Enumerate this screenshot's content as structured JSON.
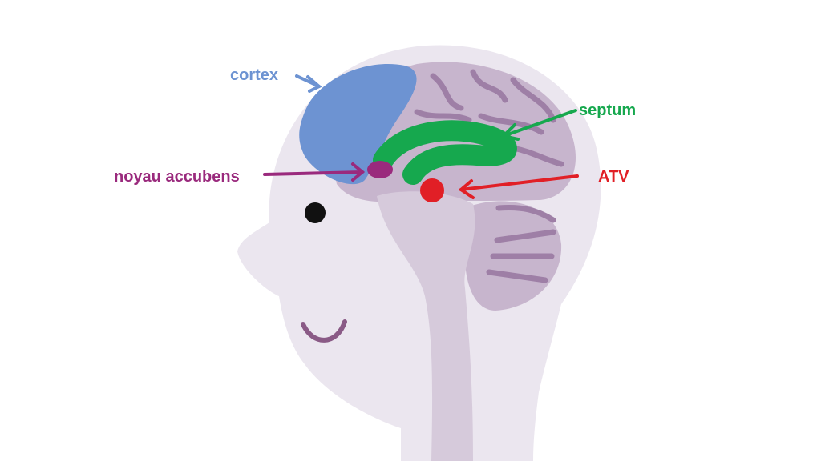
{
  "labels": {
    "cortex": "cortex",
    "septum": "septum",
    "nucleus_accumbens": "noyau accubens",
    "vta": "ATV"
  },
  "colors": {
    "head": "#ebe6ef",
    "brain": "#c7b5cd",
    "brain_folds": "#9e7fa6",
    "brainstem": "#d6cadb",
    "eye": "#111111",
    "mouth": "#8a5a86",
    "cortex": "#6d93d2",
    "septum": "#16a84e",
    "nucleus_accumbens": "#9a2a7d",
    "vta": "#e11f26"
  }
}
